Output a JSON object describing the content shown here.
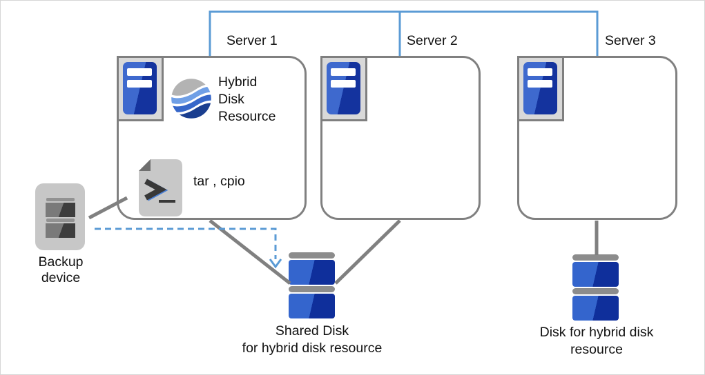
{
  "colors": {
    "accent_blue": "#5b9bd5",
    "connector_gray": "#808080",
    "box_border_gray": "#808080",
    "server_blue_light": "#3E69CE",
    "server_blue_dark": "#14339E",
    "disk_blue_light": "#3465CD",
    "disk_blue_dark": "#0F2F9B",
    "device_gray": "#c7c7c7"
  },
  "servers": [
    {
      "label": "Server 1",
      "icon": "server-tower-icon"
    },
    {
      "label": "Server 2",
      "icon": "server-tower-icon"
    },
    {
      "label": "Server 3",
      "icon": "server-tower-icon"
    }
  ],
  "server1_contents": {
    "resource": {
      "icon": "hybrid-disk-resource-icon",
      "label_lines": [
        "Hybrid",
        "Disk",
        "Resource"
      ]
    },
    "script": {
      "icon": "script-file-icon",
      "label": "tar , cpio"
    }
  },
  "backup_device": {
    "icon": "backup-device-icon",
    "label_lines": [
      "Backup",
      "device"
    ]
  },
  "shared_disk": {
    "icon": "shared-disk-icon",
    "label_lines": [
      "Shared Disk",
      "for hybrid disk resource"
    ]
  },
  "hybrid_disk": {
    "icon": "disk-icon",
    "label_lines": [
      "Disk for hybrid disk",
      "resource"
    ]
  },
  "connections": {
    "network_bus_links": [
      "Server 1",
      "Server 2",
      "Server 3"
    ],
    "gray_links": [
      "Backup device - Server 1",
      "Server 1 - Shared Disk",
      "Server 2 - Shared Disk",
      "Server 3 - Disk for hybrid disk resource"
    ],
    "dashed_arrow": "Backup device to Shared Disk"
  }
}
